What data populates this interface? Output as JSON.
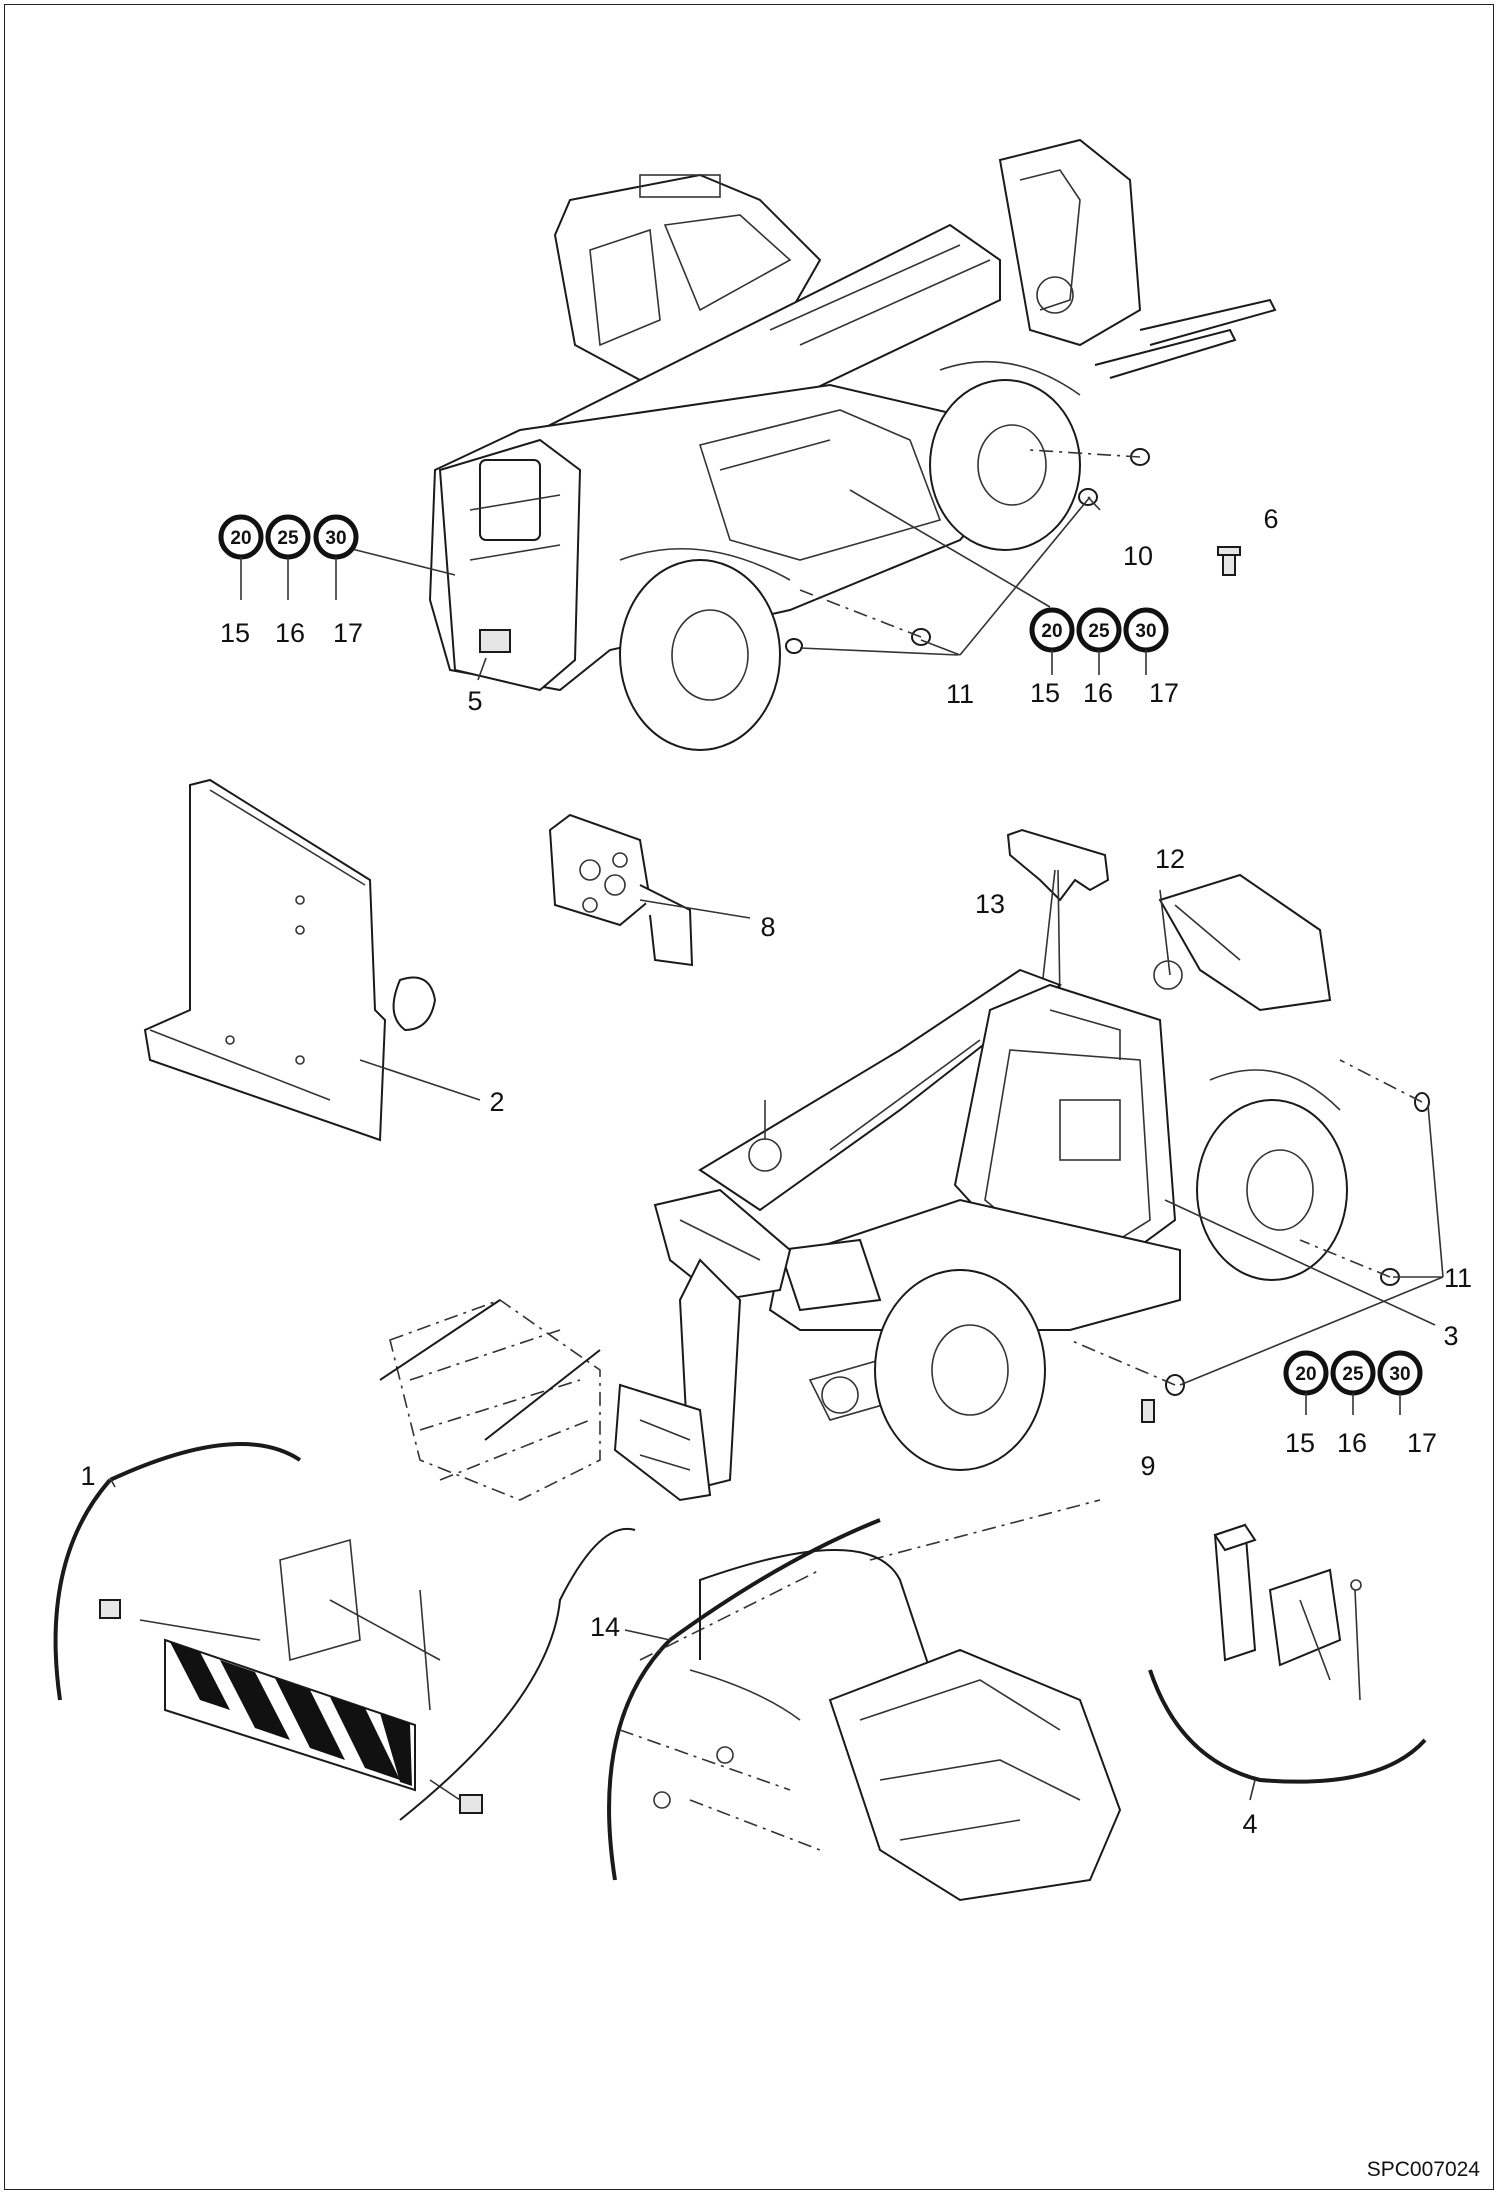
{
  "document_code": "SPC007024",
  "speed_signs": {
    "values": [
      "20",
      "25",
      "30"
    ]
  },
  "callouts": {
    "c1": "1",
    "c2": "2",
    "c3": "3",
    "c4": "4",
    "c5": "5",
    "c6": "6",
    "c8": "8",
    "c9": "9",
    "c10": "10",
    "c11a": "11",
    "c11b": "11",
    "c12": "12",
    "c13": "13",
    "c14": "14",
    "c15": "15",
    "c16": "16",
    "c17": "17"
  },
  "colors": {
    "ink": "#1a1a1a",
    "background": "#ffffff",
    "fill_grey": "#e6e6e6"
  }
}
